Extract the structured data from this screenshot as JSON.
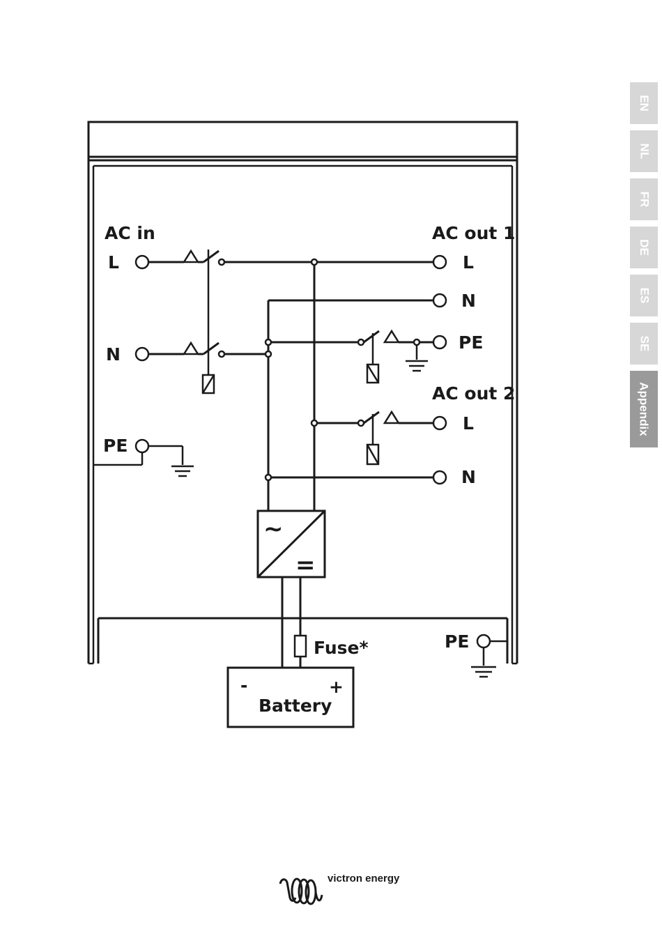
{
  "labels": {
    "ac_in": "AC in",
    "ac_in_l": "L",
    "ac_in_n": "N",
    "ac_in_pe": "PE",
    "ac_out1": "AC out 1",
    "ac_out1_l": "L",
    "ac_out1_n": "N",
    "ac_out1_pe": "PE",
    "ac_out2": "AC out 2",
    "ac_out2_l": "L",
    "ac_out2_n": "N",
    "chassis_pe": "PE",
    "fuse": "Fuse*",
    "battery": "Battery",
    "battery_minus": "-",
    "battery_plus": "+",
    "converter_ac": "~",
    "converter_dc": "="
  },
  "side_tabs": [
    {
      "label": "EN",
      "active": false
    },
    {
      "label": "NL",
      "active": false
    },
    {
      "label": "FR",
      "active": false
    },
    {
      "label": "DE",
      "active": false
    },
    {
      "label": "ES",
      "active": false
    },
    {
      "label": "SE",
      "active": false
    },
    {
      "label": "Appendix",
      "active": true
    }
  ],
  "footer": {
    "brand": "victron energy",
    "logo_icon": "victron-coil-logo-icon"
  },
  "colors": {
    "line": "#1a1a1a",
    "tab_inactive": "#d7d7d7",
    "tab_active": "#9a9a9a",
    "tab_text": "#ffffff"
  }
}
